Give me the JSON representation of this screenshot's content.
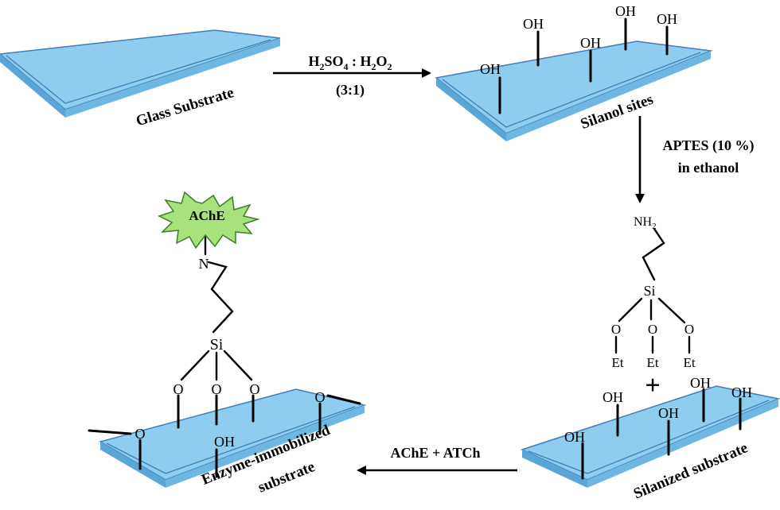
{
  "labels": {
    "glass_substrate": "Glass Substrate",
    "silanol_sites": "Silanol sites",
    "silanized_substrate": "Silanized substrate",
    "enzyme_substrate_line1": "Enzyme-immobilized",
    "enzyme_substrate_line2": "substrate"
  },
  "steps": {
    "step1_reagent": {
      "a": "H",
      "a_sub": "2",
      "b": "SO",
      "b_sub": "4",
      "sep": " : ",
      "c": "H",
      "c_sub": "2",
      "d": "O",
      "d_sub": "2"
    },
    "step1_ratio": "(3:1)",
    "step2_line1": "APTES (10 %)",
    "step2_line2": "in ethanol",
    "step3": "AChE + ATCh"
  },
  "chemistry": {
    "oh": "OH",
    "o": "O",
    "si": "Si",
    "et": "Et",
    "n": "N",
    "nh": "NH",
    "nh_sub": "2",
    "plus": "+",
    "enzyme": "AChE"
  },
  "colors": {
    "slide_fill": "#8ecdf0",
    "slide_side": "#5aa6d6",
    "slide_line": "#3f7fb8",
    "enzyme_fill": "#a6e37d",
    "enzyme_stroke": "#3f7d2a"
  }
}
